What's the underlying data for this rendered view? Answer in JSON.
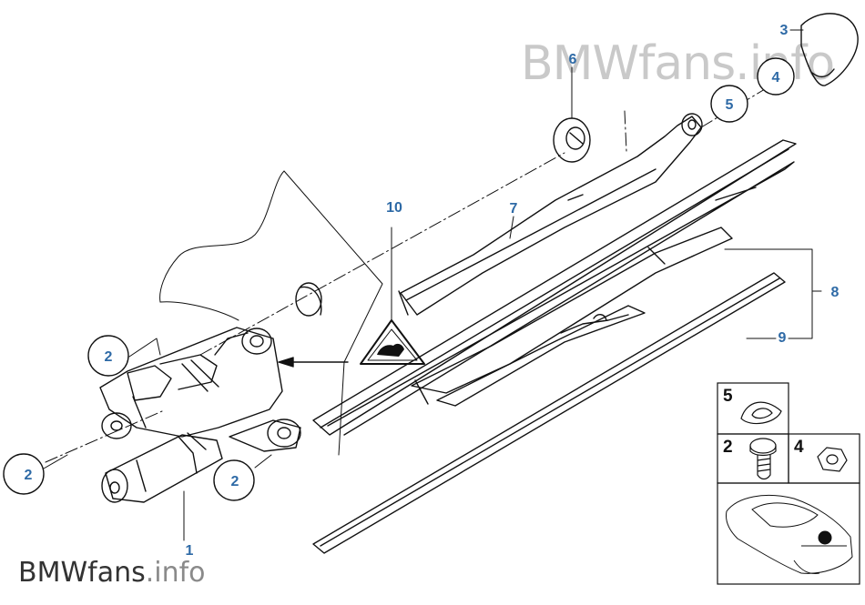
{
  "watermark": {
    "text": "BMWfans.info",
    "brand": "BMWfans",
    "suffix": ".info"
  },
  "callouts": {
    "c1": "1",
    "c2a": "2",
    "c2b": "2",
    "c2c": "2",
    "c3": "3",
    "c4": "4",
    "c5": "5",
    "c6": "6",
    "c7": "7",
    "c8": "8",
    "c9": "9",
    "c10": "10"
  },
  "inset": {
    "p5": "5",
    "p2": "2",
    "p4": "4"
  },
  "colors": {
    "callout": "#2e6aa6",
    "line": "#111111",
    "watermark": "#c9c9c9"
  }
}
